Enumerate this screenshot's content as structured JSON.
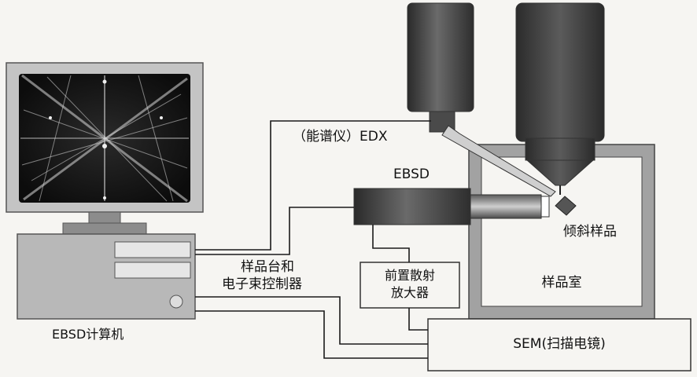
{
  "labels": {
    "edx": "（能谱仪）EDX",
    "ebsd": "EBSD",
    "tilted_sample": "倾斜样品",
    "stage_controller_line1": "样品台和",
    "stage_controller_line2": "电子束控制器",
    "preamp_line1": "前置散射",
    "preamp_line2": "放大器",
    "chamber": "样品室",
    "sem": "SEM(扫描电镜)",
    "computer": "EBSD计算机"
  },
  "colors": {
    "chamber_fill": "#9a9a9a",
    "dark_metal": "#3a3a3a",
    "screen_bg": "#141414",
    "line": "#1a1a1a",
    "case": "#b8b8b8"
  }
}
